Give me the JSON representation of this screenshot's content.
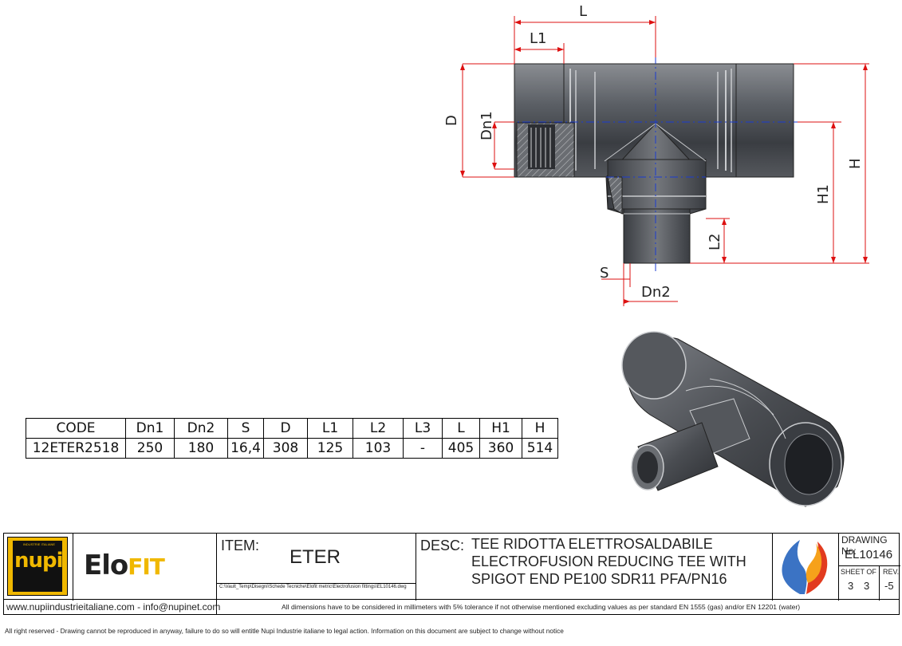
{
  "drawing": {
    "labels": {
      "L": "L",
      "L1": "L1",
      "D": "D",
      "Dn1": "Dn1",
      "H": "H",
      "H1": "H1",
      "L2": "L2",
      "S": "S",
      "Dn2": "Dn2"
    }
  },
  "table": {
    "headers": [
      "CODE",
      "Dn1",
      "Dn2",
      "S",
      "D",
      "L1",
      "L2",
      "L3",
      "L",
      "H1",
      "H"
    ],
    "row": [
      "12ETER2518",
      "250",
      "180",
      "16,4",
      "308",
      "125",
      "103",
      "-",
      "405",
      "360",
      "514"
    ]
  },
  "title_block": {
    "logo_nupi_text": "nupi",
    "logo_nupi_small": "INDUSTRIE ITALIANE",
    "logo_elofit_part1": "Elo",
    "logo_elofit_part2": "FIT",
    "item_label": "ITEM:",
    "item_value": "ETER",
    "file_path": "C:\\Vault_Temp\\Disegni\\Schede Tecniche\\Elofit metric\\Electrofusion fittings\\EL10146.dwg",
    "desc_label": "DESC:",
    "desc_line1": "TEE RIDOTTA ELETTROSALDABILE",
    "desc_line2": "ELECTROFUSION REDUCING TEE WITH",
    "desc_line3": "SPIGOT END PE100 SDR11 PFA/PN16",
    "drawing_no_label": "DRAWING No:",
    "drawing_no_value": "EL10146",
    "sheet_of_label": "SHEET OF",
    "sheet_value": "3",
    "of_value": "3",
    "rev_label": "REV.",
    "rev_value": "-5",
    "website": "www.nupiindustrieitaliane.com - info@nupinet.com",
    "tolerance_note": "All dimensions have to be considered in millimeters with 5% tolerance if not otherwise mentioned excluding values as per standard EN 1555 (gas) and/or EN 12201 (water)"
  },
  "footer": {
    "rights": "All right reserved - Drawing cannot be reproduced in anyway, failure to do so will entitle Nupi Industrie italiane to legal action. Information on this document are subject to change without notice"
  }
}
